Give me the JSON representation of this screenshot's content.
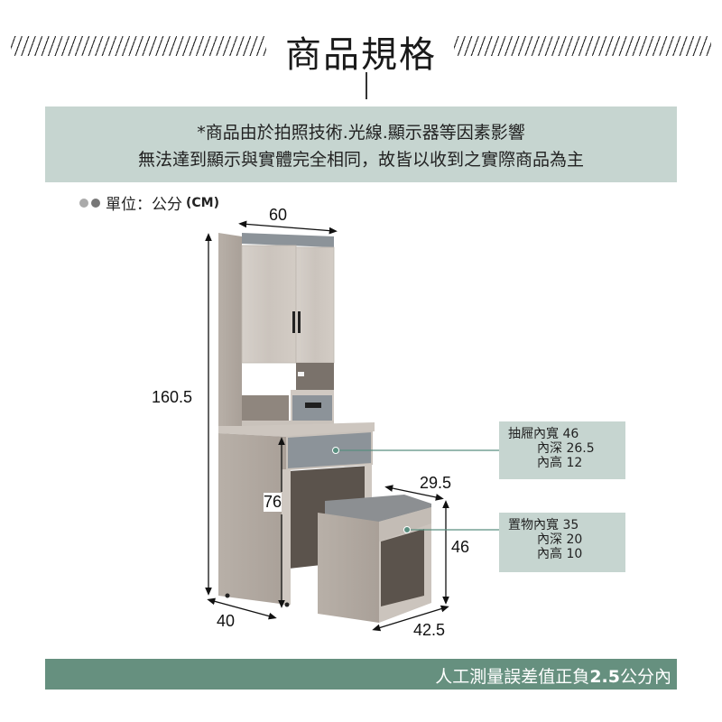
{
  "header": {
    "title": "商品規格"
  },
  "notice": {
    "line1": "*商品由於拍照技術.光線.顯示器等因素影響",
    "line2": "無法達到顯示與實體完全相同，故皆以收到之實際商品為主"
  },
  "unit": {
    "label": "單位：公分",
    "suffix": "(CM)"
  },
  "dimensions": {
    "width": "60",
    "height": "160.5",
    "desk_height": "76",
    "depth": "40",
    "stool_depth": "29.5",
    "stool_height": "46",
    "stool_width": "42.5"
  },
  "drawer_info": {
    "title": "抽屜內寬",
    "width": "46",
    "depth_label": "內深",
    "depth": "26.5",
    "height_label": "內高",
    "height": "12"
  },
  "storage_info": {
    "title": "置物內寬",
    "width": "35",
    "depth_label": "內深",
    "depth": "20",
    "height_label": "內高",
    "height": "10"
  },
  "footer": {
    "text_before": "人工測量誤差值正負",
    "tolerance": "2.5",
    "text_after": "公分內"
  },
  "colors": {
    "banner": "#c6d5d0",
    "footer": "#66907f",
    "accent": "#5a8f80",
    "wood": "#cfc8c1",
    "gray_panel": "#8c9399"
  }
}
